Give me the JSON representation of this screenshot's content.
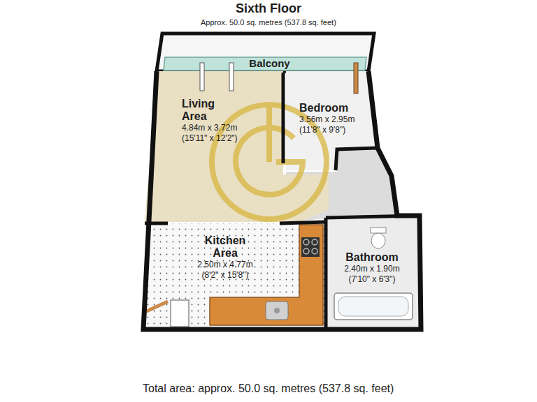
{
  "diagram": {
    "title": "Sixth Floor",
    "caption": "Total area: approx. 50.0 sq. metres (537.8 sq. feet)",
    "nodes": [
      {
        "text": [
          "Balcony"
        ]
      },
      {
        "text": [
          "Living Area",
          "4.84m x 3.72m",
          "(15'11\" x 12'2\")"
        ]
      },
      {
        "text": [
          "Bedroom",
          "3.56m x 2.95m",
          "(11'8\" x 9'8\")"
        ]
      },
      {
        "text": [
          "Kitchen Area",
          "2.50m x 4.77m",
          "(8'2\" x 15'8\")"
        ]
      },
      {
        "text": [
          "Bathroom",
          "2.40m x 1.90m",
          "(7'10\" x 6'3\")"
        ]
      }
    ],
    "labels": [
      "Approx. 50.0 sq. metres (537.8 sq. feet)"
    ]
  }
}
